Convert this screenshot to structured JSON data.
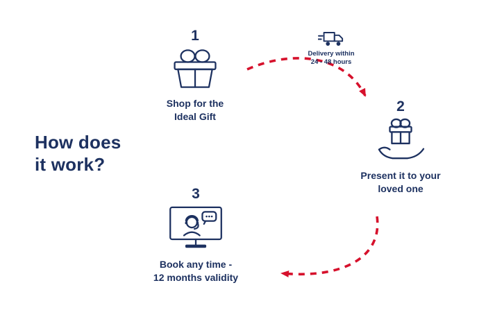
{
  "title": "How does\nit work?",
  "colors": {
    "navy": "#1d3160",
    "arrow_red": "#d6112c",
    "background": "#ffffff"
  },
  "delivery_badge": {
    "icon": "delivery-truck-icon",
    "label": "Delivery within\n24 - 48 hours"
  },
  "steps": [
    {
      "number": "1",
      "icon": "gift-box-icon",
      "label": "Shop for the\nIdeal Gift"
    },
    {
      "number": "2",
      "icon": "hand-gift-icon",
      "label": "Present it to your\nloved one"
    },
    {
      "number": "3",
      "icon": "support-monitor-icon",
      "label": "Book any time -\n12 months validity"
    }
  ],
  "arrows": [
    {
      "name": "dashed-arrow-step1-to-step2",
      "style": "red dashed curve, arrowhead pointing down-right"
    },
    {
      "name": "dashed-arrow-step2-to-step3",
      "style": "red dashed curve, arrowhead pointing left"
    }
  ]
}
